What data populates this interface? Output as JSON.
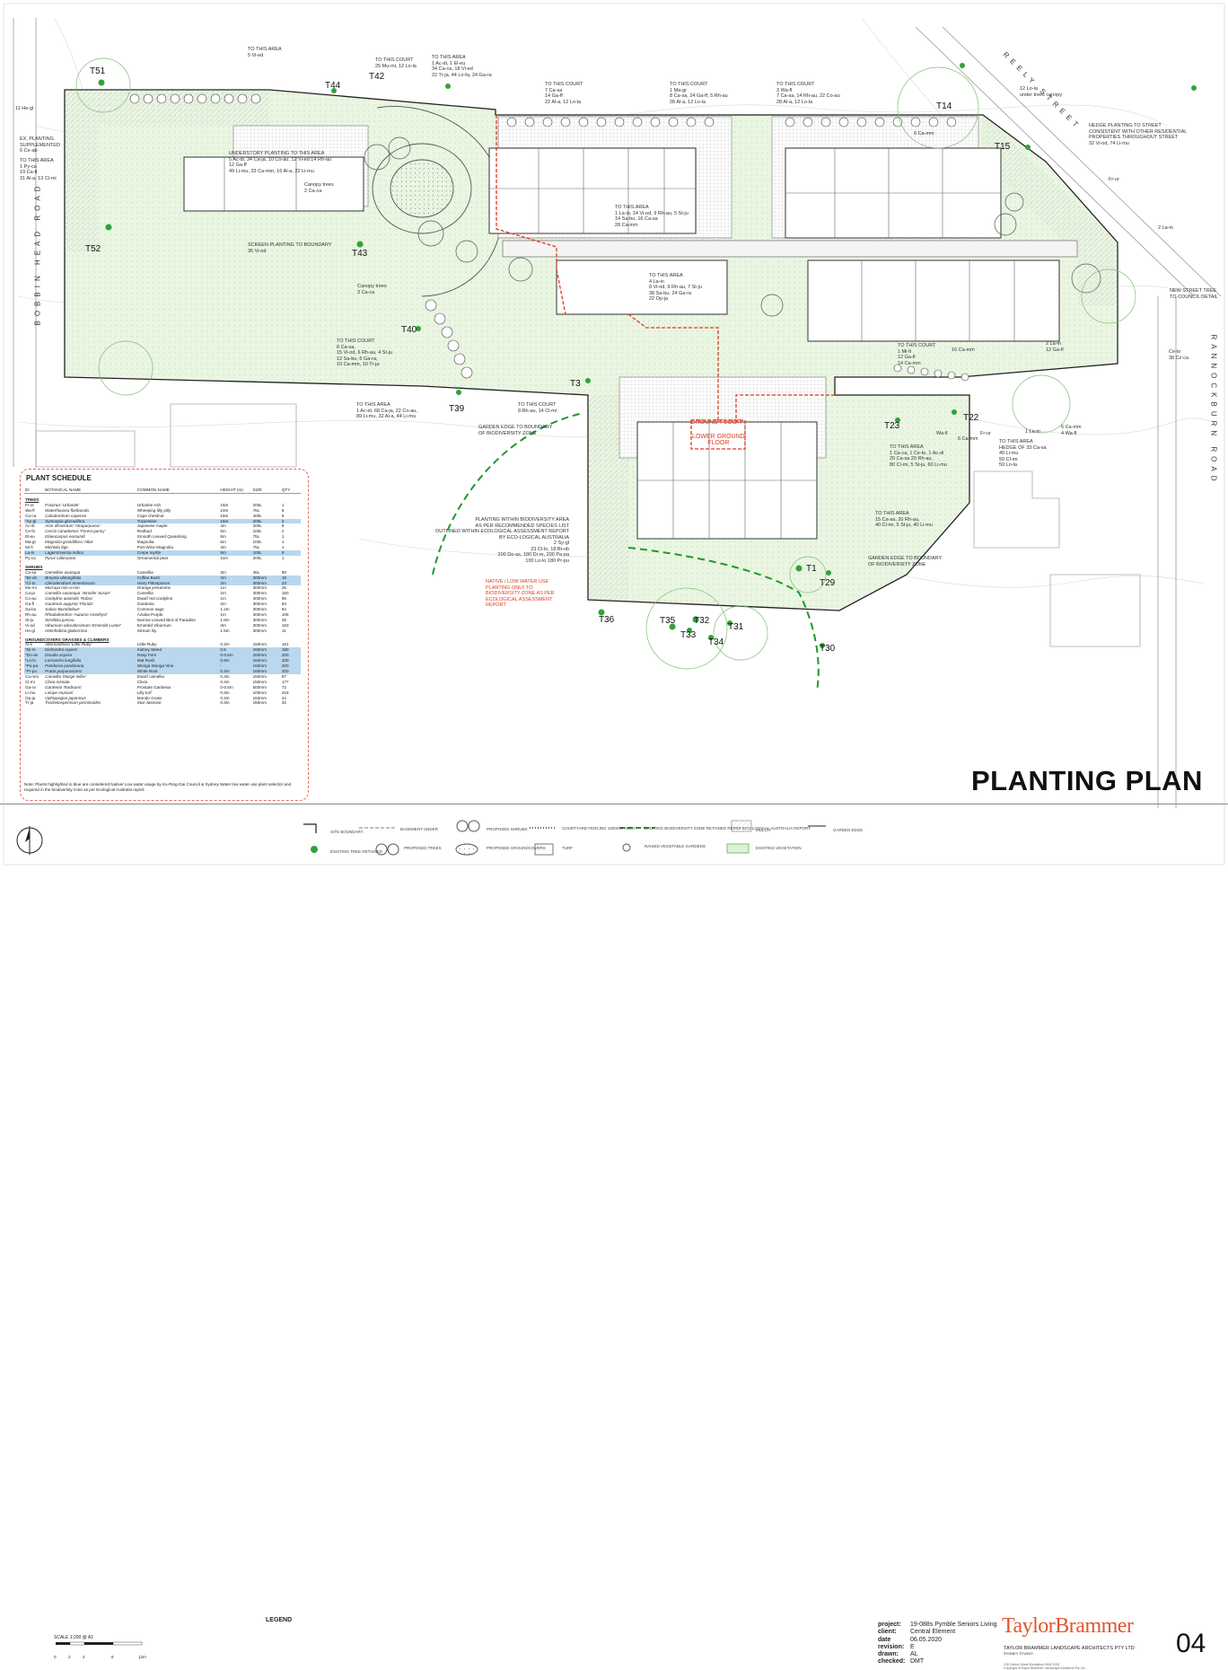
{
  "title": "PLANTING PLAN",
  "streets": {
    "bobbin": "BOBBIN HEAD ROAD",
    "reely": "REELY STREET",
    "rannockburn": "RANNOCKBURN ROAD"
  },
  "trees": [
    "T51",
    "T44",
    "T42",
    "T40",
    "T14",
    "T15",
    "T52",
    "T43",
    "T3",
    "T39",
    "T23",
    "T22",
    "T1",
    "T29",
    "T36",
    "T35",
    "T32",
    "T33",
    "T34",
    "T31",
    "T30"
  ],
  "annotations": {
    "a1": "TO THIS AREA\n5 Vi-ed",
    "a2": "TO THIS COURT\n25 Mu-mi, 12 Lo-la",
    "a3": "TO THIS AREA\n1 Ac-di, 1 El-eu\n34 Ca-ca, 18 Vi-ed\n22 Tr-ja, 44 Lo-fa, 24 Ga-ra",
    "a4": "TO THIS COURT\n7 Ca-sa\n14 Ga-ff\n22 Al-a, 12 Lo-la",
    "a5": "TO THIS COURT\n1 Ma-gr\n8 Ca-sa, 24 Ga-ff, 5 Rh-au\n28 Al-a, 12 Lo-la",
    "a6": "TO THIS COURT\n3 Wa-fl\n7 Ca-sa, 14 Rh-au, 22 Co-au\n28 Al-a, 12 Lo-la",
    "a7": "12 Lo-la\nunder trees canopy",
    "a8": "HEDGE PLANTING TO STREET\nCONSISTENT WITH OTHER RESIDENTIAL\nPROPERTIES THROUGHOUT STREET\n32 Vi-od, 74 Li-mu",
    "a9": "11 He-gl",
    "a10": "EX. PLANTING\nSUPPLEMENTED\n6 Ce-ab",
    "a11": "TO THIS AREA\n1 Py-ca\n19 Ca-fl\n31 Al-a, 13 Cl-mi",
    "a12": "UNDERSTORY PLANTING TO THIS AREA\n5 Ac-di, 34 Ca-ja, 10 Co-au, 12 Vi-ed 14 Rh-au\n12 Ga-ff\n49 Li-mu, 33 Ca-mm, 16 Al-a, 22 Li-mu",
    "a13": "Canopy trees\n2 Ca-ca",
    "a14": "SCREEN PLANTING TO BOUNDARY\n35 Vi-od",
    "a15": "Canopy trees\n3 Ca-ca",
    "a16": "TO THIS AREA\n1 La-in, 14 Vi-od, 9 Rh-au, 5 St-ju\n14 Sa-bu, 16 Ca-sa\n28 Ca-mm",
    "a17": "TO THIS AREA\n4 La-in\n8 Vi-od, 9 Rh-au, 7 St-ju\n38 Sa-bu, 24 Ga-ra\n22 Op-ja",
    "a18": "TO THIS COURT\n8 Ca-sa,\n15 Vi-od, 6 Rh-au, 4 St-ju\n12 Sa-bu, 6 Ga-ra,\n10 Ca-mm, 10 Tr-ja",
    "a19": "TO THIS AREA\n1 Ac-di, 68 Ca-ja, 22 Co-au,\n89 Li-mu, 32 Al-a, 44 Li-mu",
    "a20": "TO THIS COURT\n8 Rh-au, 14 Cl-mi",
    "a21": "GARDEN EDGE TO BOUNDARY\nOF BIODIVERSITY ZONE",
    "a22": "TO THIS COURT\n1 Mi-fi\n12 Ga-fl\n14 Ca-mm",
    "a23": "16 Ca-mm",
    "a24": "2 La-in\n12 Ga-fl",
    "a25": "Ce-to\n38 Cz-ca",
    "a26": "NEW STREET TREE\nTO COUNCIL DETAIL",
    "a27": "2 La-in",
    "a28": "Fr-ur",
    "a29": "6 Ca-mm",
    "a30": "6 Ca-mm\n4 Wa-fl",
    "a31": "1 La-in",
    "a32": "TO THIS AREA\nHEDGE OF 33 Ca-sa\n40 Li-mu\n50 Cl-mi\n50 Lo-la",
    "a33": "TO THIS AREA\n1 Ca-ca, 1 Ce-to, 1 Ac-di\n20 Ca-sa 20 Rh-au,\n80 Cl-mi, 5 St-ju, 60 Li-mu",
    "a34": "Wa-fl",
    "a35": "6 Ca-mm",
    "a36": "Fr-ur",
    "a37": "PLANTING WITHIN BIODIVERSITY AREA\nAS PER RECOMMENDED SPECIES LIST\nOUTLINED WITHIN ECOLOGICAL ASSESSMENT REPORT\nBY ECO-LOGICAL AUSTRALIA\n2 Sy-gl\n23 Cl-lo, 18 Bt-ob\n200 Do-as, 180 Di-re, 200 Pa-pa\n100 Lo-lo 180 Pr-pu",
    "a38": "NATIVE / LOW WATER USE\nPLANTING ONLY TO\nBIODIVERSITY ZONE AS PER\nECOLOGICAL ASSESSMENT\nREPORT",
    "a39": "TO THIS AREA\n15 Ca-sa, 20 Rh-au,\n40 Cl-mi, 5 St-ju, 40 Li-mu",
    "a40": "GARDEN EDGE TO BOUNDARY\nOF BIODIVERSITY ZONE",
    "a41": "2 La-in",
    "a42": "Fr-ur",
    "a43": "GROUND FLOOR",
    "a44": "LOWER GROUND\nFLOOR"
  },
  "schedule": {
    "title": "PLANT SCHEDULE",
    "headers": [
      "ID",
      "BOTANICAL NAME",
      "COMMON NAME",
      "HEIGHT (m)",
      "SIZE",
      "QTY"
    ],
    "groups": [
      {
        "name": "TREES",
        "rows": [
          {
            "id": "Fr-ur",
            "bot": "Fraxinus 'Urbanite'",
            "com": "Urbanite Ash",
            "h": "15m",
            "size": "200L",
            "qty": "1",
            "hl": false
          },
          {
            "id": "Wa-fl",
            "bot": "Waterhousea floribunda",
            "com": "Wheeping lilly pilly",
            "h": "10m",
            "size": "75L",
            "qty": "8",
            "hl": false
          },
          {
            "id": "Ca-ca",
            "bot": "Calodendrum capense",
            "com": "Cape chestnut",
            "h": "15m",
            "size": "400L",
            "qty": "6",
            "hl": false
          },
          {
            "id": "*Sy-gl",
            "bot": "Syncarpia glomulifera",
            "com": "Turpentine",
            "h": "15m",
            "size": "200L",
            "qty": "2",
            "hl": true
          },
          {
            "id": "Ac-di",
            "bot": "Acer dissectum 'Atropurpurea'",
            "com": "Japanese maple",
            "h": "4m",
            "size": "200L",
            "qty": "8",
            "hl": false
          },
          {
            "id": "Ce-fo",
            "bot": "Cercis canadensis 'Forest pansy'",
            "com": "Redbud",
            "h": "5m",
            "size": "100L",
            "qty": "2",
            "hl": false
          },
          {
            "id": "El-eu",
            "bot": "Elaeocarpus eumundi",
            "com": "Smooth Leaved Quandong",
            "h": "6m",
            "size": "75L",
            "qty": "1",
            "hl": false
          },
          {
            "id": "Ma-gr",
            "bot": "Magnolia grandiflora 'Alba'",
            "com": "Magnolia",
            "h": "5m",
            "size": "100L",
            "qty": "1",
            "hl": false
          },
          {
            "id": "Mi-fi",
            "bot": "Michelia figo",
            "com": "Port Wine Magnolia",
            "h": "3m",
            "size": "75L",
            "qty": "1",
            "hl": false
          },
          {
            "id": "La-in",
            "bot": "Lagerstroemia indica",
            "com": "Crepe myrtle",
            "h": "5m",
            "size": "100L",
            "qty": "9",
            "hl": true
          },
          {
            "id": "Py-ca",
            "bot": "Pyrus calleryana",
            "com": "Ornamental pear",
            "h": "11m",
            "size": "200L",
            "qty": "1",
            "hl": false
          }
        ]
      },
      {
        "name": "SHRUBS",
        "rows": [
          {
            "id": "Ca-sa",
            "bot": "Camellias asanqua",
            "com": "Camellia",
            "h": "3m",
            "size": "45L",
            "qty": "90",
            "hl": false
          },
          {
            "id": "*Br-ob",
            "bot": "Breynia oblongifolia",
            "com": "Coffee Bush",
            "h": "3m",
            "size": "300mm",
            "qty": "18",
            "hl": true
          },
          {
            "id": "*Cl-to",
            "bot": "Clerodendrum tomentosum",
            "com": "Hairy Pittosporum",
            "h": "2m",
            "size": "300mm",
            "qty": "23",
            "hl": true
          },
          {
            "id": "Mu-mi",
            "bot": "Murraya min-a-min",
            "com": "Orange jessamine",
            "h": "1m",
            "size": "300mm",
            "qty": "25",
            "hl": false
          },
          {
            "id": "Ca-ja",
            "bot": "Camellia sasanqua 'Jennifer Susan'",
            "com": "Camellia",
            "h": "2m",
            "size": "300mm",
            "qty": "150",
            "hl": false
          },
          {
            "id": "Co-au",
            "bot": "Cordyline australis 'Rubra'",
            "com": "Dwarf red cordyline",
            "h": "1m",
            "size": "300mm",
            "qty": "96",
            "hl": false
          },
          {
            "id": "Ga-fl",
            "bot": "Gardenia augusta 'Florida'",
            "com": "Gardenia",
            "h": "2m",
            "size": "300mm",
            "qty": "84",
            "hl": false
          },
          {
            "id": "Sa-bu",
            "bot": "Salvia 'Bumblebue'",
            "com": "Common sage",
            "h": "1.2m",
            "size": "300mm",
            "qty": "64",
            "hl": false
          },
          {
            "id": "Rh-au",
            "bot": "Rhododendron 'Autumn Amethyst'",
            "com": "Azalea Purple",
            "h": "1m",
            "size": "300mm",
            "qty": "105",
            "hl": false
          },
          {
            "id": "St-ju",
            "bot": "Strelitzia juncea",
            "com": "Narrow Leaved Bird of Paradise",
            "h": "1.8m",
            "size": "300mm",
            "qty": "26",
            "hl": false
          },
          {
            "id": "Vi-od",
            "bot": "Viburnum odoratissimum 'Emerald Luster'",
            "com": "Emerald Viburnum",
            "h": "3m",
            "size": "300mm",
            "qty": "163",
            "hl": false
          },
          {
            "id": "He-gl",
            "bot": "Helmholtzia glaberrima",
            "com": "Stream lily",
            "h": "1.5m",
            "size": "300mm",
            "qty": "11",
            "hl": false
          }
        ]
      },
      {
        "name": "GROUNDCOVERS GRASSES & CLIMBERS",
        "rows": [
          {
            "id": "Al-li",
            "bot": "Alternanthera 'Little Ruby'",
            "com": "Little Ruby",
            "h": "0.2m",
            "size": "150mm",
            "qty": "161",
            "hl": false
          },
          {
            "id": "*Di-re",
            "bot": "Dichondra repens",
            "com": "Kidney Weed",
            "h": "0.5",
            "size": "150mm",
            "qty": "180",
            "hl": true
          },
          {
            "id": "*Do-as",
            "bot": "Doodia aspera",
            "com": "Rasp Fern",
            "h": "0-0.5m",
            "size": "200mm",
            "qty": "200",
            "hl": true
          },
          {
            "id": "*Lo-lo",
            "bot": "Lomandra longifolia",
            "com": "Mat Rush",
            "h": "0.6m",
            "size": "150mm",
            "qty": "100",
            "hl": true
          },
          {
            "id": "*Pa-pa",
            "bot": "Pandorea pandorana",
            "com": "Wonga Wonga Vine",
            "h": "-",
            "size": "150mm",
            "qty": "200",
            "hl": true
          },
          {
            "id": "*Pr-pu",
            "bot": "Pratia purpurascens",
            "com": "White Root",
            "h": "0.2m",
            "size": "150mm",
            "qty": "200",
            "hl": true
          },
          {
            "id": "Ca-mm",
            "bot": "Camellia 'Marge miller'",
            "com": "Dwarf camellia",
            "h": "0.3m",
            "size": "150mm",
            "qty": "87",
            "hl": false
          },
          {
            "id": "Cl-mi",
            "bot": "Clivia miniata",
            "com": "Clivia",
            "h": "0.4m",
            "size": "150mm",
            "qty": "177",
            "hl": false
          },
          {
            "id": "Ga-ra",
            "bot": "Gardenia 'Radicans'",
            "com": "Prostate Gardenia",
            "h": "0-0.5m",
            "size": "500mm",
            "qty": "72",
            "hl": false
          },
          {
            "id": "Li-mu",
            "bot": "Liriope muscari",
            "com": "Lilly turf",
            "h": "0.3m",
            "size": "100mm",
            "qty": "418",
            "hl": false
          },
          {
            "id": "Op-ja",
            "bot": "Ophiopogon japonicus",
            "com": "Mondo Grass",
            "h": "0.2m",
            "size": "150mm",
            "qty": "44",
            "hl": false
          },
          {
            "id": "Tr-ja",
            "bot": "Trachelospermum jasminoides",
            "com": "Star Jasmine",
            "h": "0.3m",
            "size": "150mm",
            "qty": "32",
            "hl": false
          }
        ]
      }
    ],
    "note": "Note: Plants highlighted in blue are considered Native/ Low water usage by Ku-Ring-Gai Council & Sydney Water low water use plant selector and required in the biodiversity zone as per Ecological Australia report."
  },
  "legend": {
    "heading": "LEGEND",
    "items": [
      "SITE BOUNDARY",
      "BASEMENT UNDER",
      "PROPOSED SHRUBS",
      "COURTYARD FENCING 1500mm HIGH",
      "EXISTING BIODIVERSITY ZONE RETAINED REFER ECO LOGICAL AUSTRALIA REPORT",
      "MULCH",
      "GARDEN EDGE",
      "EXISTING TREE RETAINED",
      "PROPOSED TREES",
      "PROPOSED GROUNDCOVERS",
      "TURF",
      "RAISED VEGETABLE GARDENS",
      "EXISTING VEGETATION"
    ],
    "scale": "SCALE 1:200 @ A1",
    "scale_ticks": [
      "0",
      "2",
      "4",
      "8",
      "12m"
    ]
  },
  "project": {
    "rows": [
      {
        "k": "project:",
        "v": "19-088s Pymble Seniors Living"
      },
      {
        "k": "client:",
        "v": "Central Element"
      },
      {
        "k": "date",
        "v": "06.05.2020"
      },
      {
        "k": "revision:",
        "v": "E"
      },
      {
        "k": "drawn:",
        "v": "AL"
      },
      {
        "k": "checked:",
        "v": "DMT"
      }
    ]
  },
  "brand": {
    "name": "TaylorBrammer",
    "sub": "TAYLOR BRAMMER LANDSCAPE ARCHITECTS PTY LTD",
    "city": "SYDNEY STUDIO",
    "addr": "218 Oxford Street Woollahra NSW 2025",
    "copy": "Copyright of Taylor Brammer Landscape Architects Pty Ltd"
  },
  "sheet": "04",
  "colors": {
    "red": "#e03a1e",
    "green": "#2fa33a",
    "dashgreen": "#1f9a2a",
    "blue": "#b9d7ee",
    "brand": "#e0562f"
  }
}
